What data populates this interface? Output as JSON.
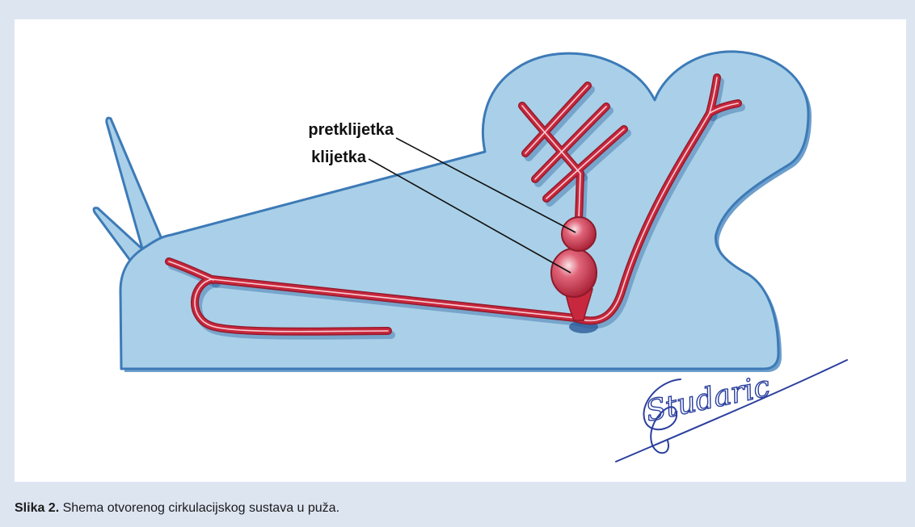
{
  "figure": {
    "labels": {
      "atrium": "pretklijetka",
      "ventricle": "klijetka"
    },
    "signature": "Studaric",
    "caption": {
      "number": "Slika 2.",
      "text": "Shema otvorenog cirkulacijskog sustava u puža."
    }
  },
  "colors": {
    "frame": "#dde5f1",
    "panel": "#ffffff",
    "snail_body": "#a9d0e8",
    "snail_outline": "#3d7ab7",
    "vessel": "#c8283d",
    "signature": "#2b3f9e"
  }
}
